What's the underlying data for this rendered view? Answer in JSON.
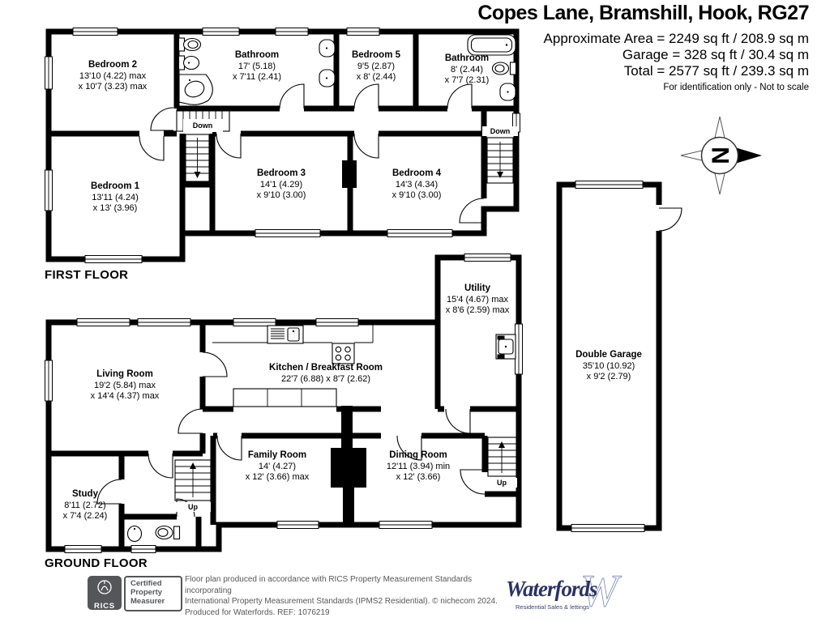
{
  "header": {
    "title": "Copes Lane, Bramshill, Hook, RG27",
    "area_line1": "Approximate Area = 2249 sq ft / 208.9 sq m",
    "area_line2": "Garage = 328 sq ft / 30.4 sq m",
    "area_line3": "Total = 2577 sq ft / 239.3 sq m",
    "note": "For identification only - Not to scale"
  },
  "first_floor": {
    "label": "FIRST FLOOR",
    "rooms": {
      "bedroom2": {
        "name": "Bedroom 2",
        "dim1": "13'10 (4.22) max",
        "dim2": "x 10'7 (3.23) max"
      },
      "bathroom_main": {
        "name": "Bathroom",
        "dim1": "17' (5.18)",
        "dim2": "x 7'11 (2.41)"
      },
      "bedroom5": {
        "name": "Bedroom 5",
        "dim1": "9'5 (2.87)",
        "dim2": "x 8' (2.44)"
      },
      "bathroom_small": {
        "name": "Bathroom",
        "dim1": "8' (2.44)",
        "dim2": "x 7'7 (2.31)"
      },
      "bedroom1": {
        "name": "Bedroom 1",
        "dim1": "13'11 (4.24)",
        "dim2": "x 13' (3.96)"
      },
      "bedroom3": {
        "name": "Bedroom 3",
        "dim1": "14'1 (4.29)",
        "dim2": "x 9'10 (3.00)"
      },
      "bedroom4": {
        "name": "Bedroom 4",
        "dim1": "14'3 (4.34)",
        "dim2": "x 9'10 (3.00)"
      }
    },
    "stairs_down_label": "Down",
    "stairs_down_label2": "Down"
  },
  "ground_floor": {
    "label": "GROUND FLOOR",
    "rooms": {
      "living": {
        "name": "Living Room",
        "dim1": "19'2 (5.84) max",
        "dim2": "x 14'4 (4.37) max"
      },
      "kitchen": {
        "name": "Kitchen / Breakfast Room",
        "dim1": "22'7 (6.88) x 8'7 (2.62)"
      },
      "utility": {
        "name": "Utility",
        "dim1": "15'4 (4.67) max",
        "dim2": "x 8'6 (2.59) max"
      },
      "family": {
        "name": "Family Room",
        "dim1": "14' (4.27)",
        "dim2": "x 12' (3.66) max"
      },
      "dining": {
        "name": "Dining Room",
        "dim1": "12'11 (3.94) min",
        "dim2": "x 12' (3.66)"
      },
      "study": {
        "name": "Study",
        "dim1": "8'11 (2.72)",
        "dim2": "x 7'4 (2.24)"
      },
      "garage": {
        "name": "Double Garage",
        "dim1": "35'10 (10.92)",
        "dim2": "x 9'2 (2.79)"
      }
    },
    "stairs_up_label": "Up",
    "stairs_up_label2": "Up"
  },
  "compass": {
    "north_letter": "N"
  },
  "footer": {
    "rics_logo_text": "RICS",
    "badge_line1": "Certified",
    "badge_line2": "Property",
    "badge_line3": "Measurer",
    "disclaimer_line1": "Floor plan produced in accordance with RICS Property Measurement Standards incorporating",
    "disclaimer_line2": "International Property Measurement Standards (IPMS2 Residential).  © nichecom 2024.",
    "disclaimer_line3": "Produced for Waterfords.   REF: 1076219",
    "brand_name": "Waterfords",
    "brand_initial": "W",
    "brand_tagline": "Residential Sales & lettings"
  }
}
